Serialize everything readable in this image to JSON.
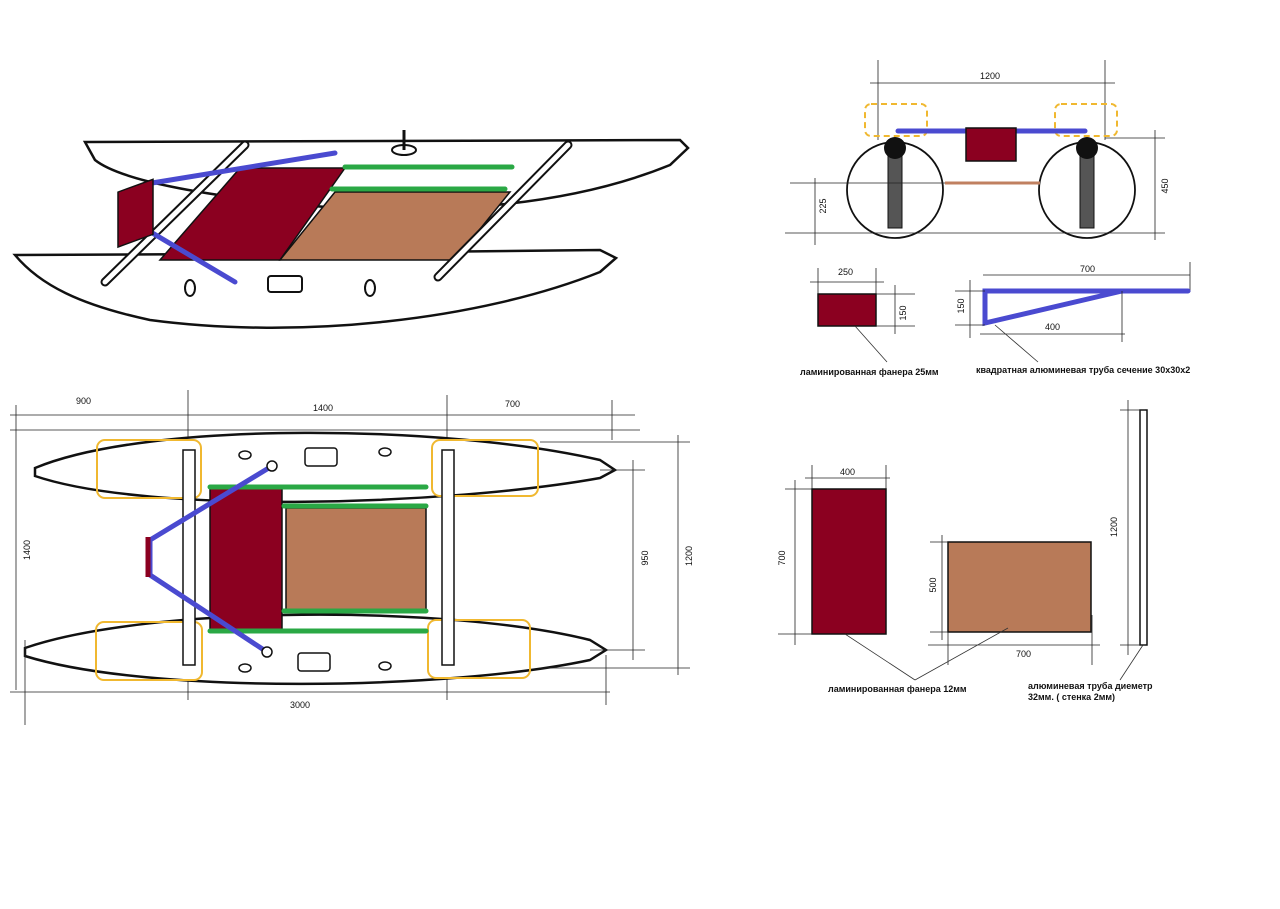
{
  "views": {
    "perspective": {
      "label": "perspective-view"
    },
    "front": {
      "dims": {
        "width": "1200",
        "axle_height": "225",
        "height": "450"
      }
    },
    "plan": {
      "dims": {
        "bow_offset": "900",
        "middle": "1400",
        "stern_offset": "700",
        "total_width": "1400",
        "inner_width": "950",
        "hull_span": "1200",
        "length": "3000"
      }
    }
  },
  "parts": {
    "seat": {
      "width": "250",
      "height": "150",
      "caption": "ламинированная фанера 25мм"
    },
    "bracket": {
      "length": "700",
      "height": "150",
      "brace": "400",
      "caption": "квадратная алюминевая труба сечение 30х30х2"
    },
    "panel_small": {
      "width": "400",
      "height": "700"
    },
    "panel_large": {
      "width": "700",
      "height": "500"
    },
    "plywood_caption": "ламинированная фанера 12мм",
    "tube": {
      "length": "1200",
      "caption_line1": "алюминевая труба диеметр",
      "caption_line2": "32мм. ( стенка 2мм)"
    }
  },
  "colors": {
    "plywood": "#8b0020",
    "deck": "#b87a58",
    "frame": "#4a4ad0",
    "strap": "#2aa845",
    "mount": "#f0b830"
  }
}
